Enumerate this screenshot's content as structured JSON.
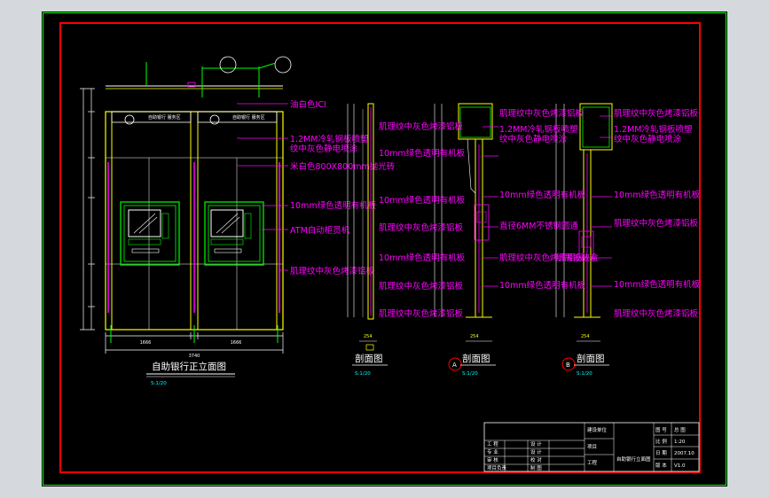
{
  "drawing": {
    "main_view_title": "自助银行正立面图",
    "section_titles": [
      "剖面图",
      "剖面图",
      "剖面图"
    ],
    "scale_label": "S:1/20",
    "section_markers": [
      "A",
      "B"
    ],
    "main_labels": [
      "油白色ICI",
      "1.2MM冷轧钢板喷塑",
      "纹中灰色静电喷涂",
      "米白色800X800mm抛光砖",
      "10mm绿色透明有机板",
      "ATM自动柜员机",
      "肌理纹中灰色烤漆铝板"
    ],
    "section_a_labels": [
      "肌理纹中灰色烤漆铝板",
      "10mm绿色透明有机板",
      "10mm绿色透明有机板",
      "肌理纹中灰色烤漆铝板",
      "10mm绿色透明有机板",
      "肌理纹中灰色烤漆铝板"
    ],
    "section_b_labels": [
      "肌理纹中灰色烤漆铝板",
      "1.2MM冷轧钢板喷塑",
      "纹中灰色静电喷涂",
      "10mm绿色透明有机板",
      "直径6MM不锈钢圆通",
      "肌理纹中灰色烤漆铝板",
      "纸屑投放盒",
      "10mm绿色透明有机板"
    ],
    "section_c_labels": [
      "肌理纹中灰色烤漆铝板",
      "1.2MM冷轧钢板喷塑",
      "纹中灰色静电喷涂",
      "10mm绿色透明有机板",
      "肌理纹中灰色烤漆铝板",
      "10mm绿色透明有机板",
      "肌理纹中灰色烤漆铝板"
    ],
    "dimensions": {
      "bay_width": "1666",
      "total_width": "3740",
      "section_width": "254",
      "section_width_2": "254"
    },
    "title_block": {
      "rows_left": [
        [
          "工 程",
          "设 计"
        ],
        [
          "专 业",
          "设 计"
        ],
        [
          "审 核",
          "校 对"
        ],
        [
          "项目负责",
          "制 图"
        ]
      ],
      "middle_top": "建设单位",
      "middle_mid": "项目",
      "middle_bot": "工程",
      "drawing_name": "自助银行立面图",
      "right_labels": [
        "图 号",
        "比 例",
        "日 期",
        "版 本"
      ],
      "right_values": [
        "总 图",
        "1:20",
        "2007.10",
        "V1.0"
      ]
    }
  },
  "colors": {
    "frame_red": "#ff0000",
    "frame_green": "#00ff00",
    "annotation_magenta": "#ff00ff",
    "outline_yellow": "#ffff00",
    "detail_cyan": "#00ffff",
    "text_white": "#ffffff"
  }
}
